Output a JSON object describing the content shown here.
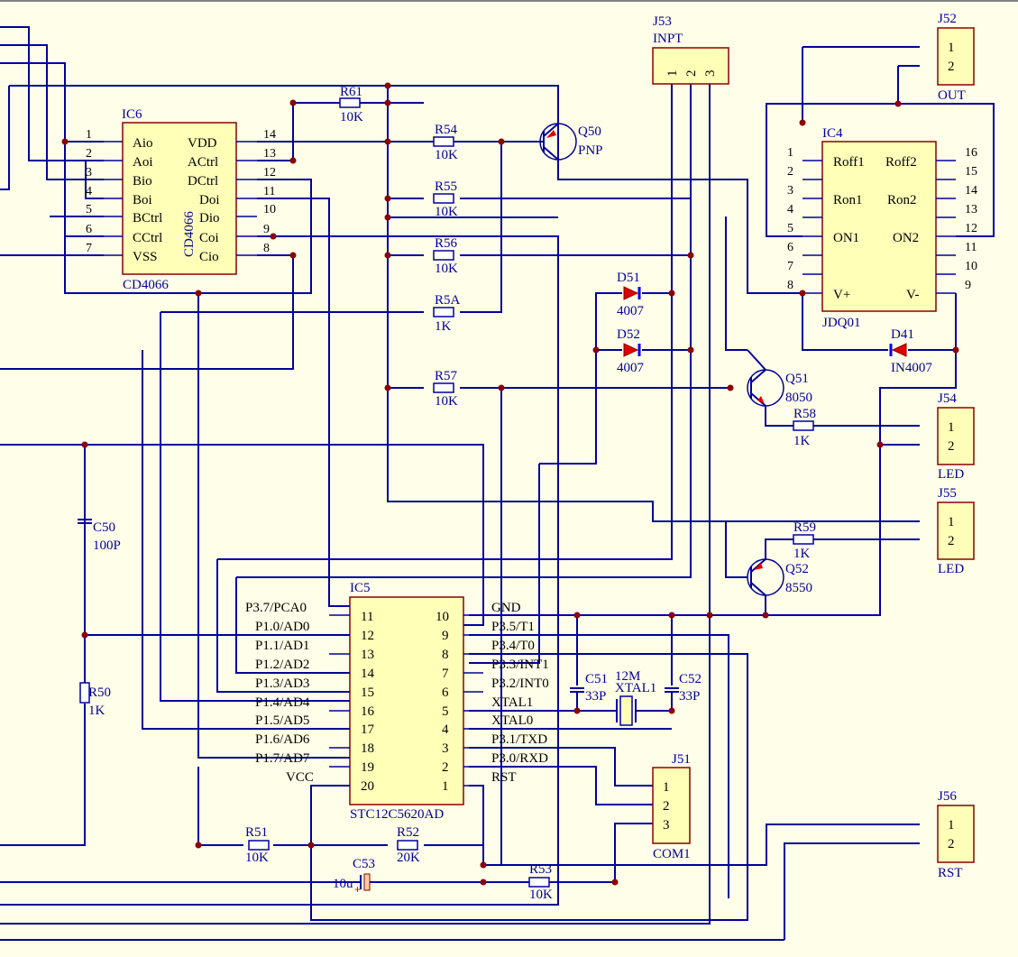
{
  "components": {
    "ic6": {
      "ref": "IC6",
      "part": "CD4066",
      "part_vertical": "CD4066",
      "left_pins": [
        {
          "num": "1",
          "name": "Aio"
        },
        {
          "num": "2",
          "name": "Aoi"
        },
        {
          "num": "3",
          "name": "Bio"
        },
        {
          "num": "4",
          "name": "Boi"
        },
        {
          "num": "5",
          "name": "BCtrl"
        },
        {
          "num": "6",
          "name": "CCtrl"
        },
        {
          "num": "7",
          "name": "VSS"
        }
      ],
      "right_pins": [
        {
          "num": "14",
          "name": "VDD"
        },
        {
          "num": "13",
          "name": "ACtrl"
        },
        {
          "num": "12",
          "name": "DCtrl"
        },
        {
          "num": "11",
          "name": "Doi"
        },
        {
          "num": "10",
          "name": "Dio"
        },
        {
          "num": "9",
          "name": "Coi"
        },
        {
          "num": "8",
          "name": "Cio"
        }
      ]
    },
    "ic5": {
      "ref": "IC5",
      "part": "STC12C5620AD",
      "left_pins": [
        {
          "num": "11",
          "name": "P3.7/PCA0"
        },
        {
          "num": "12",
          "name": "P1.0/AD0"
        },
        {
          "num": "13",
          "name": "P1.1/AD1"
        },
        {
          "num": "14",
          "name": "P1.2/AD2"
        },
        {
          "num": "15",
          "name": "P1.3/AD3"
        },
        {
          "num": "16",
          "name": "P1.4/AD4"
        },
        {
          "num": "17",
          "name": "P1.5/AD5"
        },
        {
          "num": "18",
          "name": "P1.6/AD6"
        },
        {
          "num": "19",
          "name": "P1.7/AD7"
        },
        {
          "num": "20",
          "name": "VCC"
        }
      ],
      "right_pins": [
        {
          "num": "10",
          "name": "GND"
        },
        {
          "num": "9",
          "name": "P3.5/T1"
        },
        {
          "num": "8",
          "name": "P3.4/T0"
        },
        {
          "num": "7",
          "name": "P3.3/INT1"
        },
        {
          "num": "6",
          "name": "P3.2/INT0"
        },
        {
          "num": "5",
          "name": "XTAL1"
        },
        {
          "num": "4",
          "name": "XTAL0"
        },
        {
          "num": "3",
          "name": "P3.1/TXD"
        },
        {
          "num": "2",
          "name": "P3.0/RXD"
        },
        {
          "num": "1",
          "name": "RST"
        }
      ]
    },
    "ic4": {
      "ref": "IC4",
      "part": "JDQ01",
      "left_pins": [
        {
          "num": "1",
          "name": "Roff1"
        },
        {
          "num": "2",
          "name": ""
        },
        {
          "num": "3",
          "name": "Ron1"
        },
        {
          "num": "4",
          "name": ""
        },
        {
          "num": "5",
          "name": "ON1"
        },
        {
          "num": "6",
          "name": ""
        },
        {
          "num": "7",
          "name": ""
        },
        {
          "num": "8",
          "name": "V+"
        }
      ],
      "right_pins": [
        {
          "num": "16",
          "name": "Roff2"
        },
        {
          "num": "15",
          "name": ""
        },
        {
          "num": "14",
          "name": "Ron2"
        },
        {
          "num": "13",
          "name": ""
        },
        {
          "num": "12",
          "name": "ON2"
        },
        {
          "num": "11",
          "name": ""
        },
        {
          "num": "10",
          "name": ""
        },
        {
          "num": "9",
          "name": "V-"
        }
      ]
    },
    "j53": {
      "ref": "J53",
      "value": "INPT",
      "pins": [
        "1",
        "2",
        "3"
      ]
    },
    "j52": {
      "ref": "J52",
      "value": "OUT",
      "pins": [
        "1",
        "2"
      ]
    },
    "j54": {
      "ref": "J54",
      "value": "LED",
      "pins": [
        "1",
        "2"
      ]
    },
    "j55": {
      "ref": "J55",
      "value": "LED",
      "pins": [
        "1",
        "2"
      ]
    },
    "j56": {
      "ref": "J56",
      "value": "RST",
      "pins": [
        "1",
        "2"
      ]
    },
    "j51": {
      "ref": "J51",
      "value": "COM1",
      "pins": [
        "1",
        "2",
        "3"
      ]
    },
    "r61": {
      "ref": "R61",
      "value": "10K"
    },
    "r54": {
      "ref": "R54",
      "value": "10K"
    },
    "r55": {
      "ref": "R55",
      "value": "10K"
    },
    "r56": {
      "ref": "R56",
      "value": "10K"
    },
    "r5a": {
      "ref": "R5A",
      "value": "1K"
    },
    "r57": {
      "ref": "R57",
      "value": "10K"
    },
    "r58": {
      "ref": "R58",
      "value": "1K"
    },
    "r59": {
      "ref": "R59",
      "value": "1K"
    },
    "r50": {
      "ref": "R50",
      "value": "1K"
    },
    "r51": {
      "ref": "R51",
      "value": "10K"
    },
    "r52": {
      "ref": "R52",
      "value": "20K"
    },
    "r53": {
      "ref": "R53",
      "value": "10K"
    },
    "c50": {
      "ref": "C50",
      "value": "100P"
    },
    "c51": {
      "ref": "C51",
      "value": "33P"
    },
    "c52": {
      "ref": "C52",
      "value": "33P"
    },
    "c53": {
      "ref": "C53",
      "value": "10u"
    },
    "xtal": {
      "ref": "XTAL1",
      "value": "12M"
    },
    "q50": {
      "ref": "Q50",
      "value": "PNP"
    },
    "q51": {
      "ref": "Q51",
      "value": "8050"
    },
    "q52": {
      "ref": "Q52",
      "value": "8550"
    },
    "d51": {
      "ref": "D51",
      "value": "4007"
    },
    "d52": {
      "ref": "D52",
      "value": "4007"
    },
    "d41": {
      "ref": "D41",
      "value": "IN4007"
    }
  },
  "colors": {
    "background": "#fffee8",
    "wire": "#00009c",
    "junction": "#8b0000",
    "chip_fill": "#ffffb8",
    "diode": "#e00000"
  }
}
